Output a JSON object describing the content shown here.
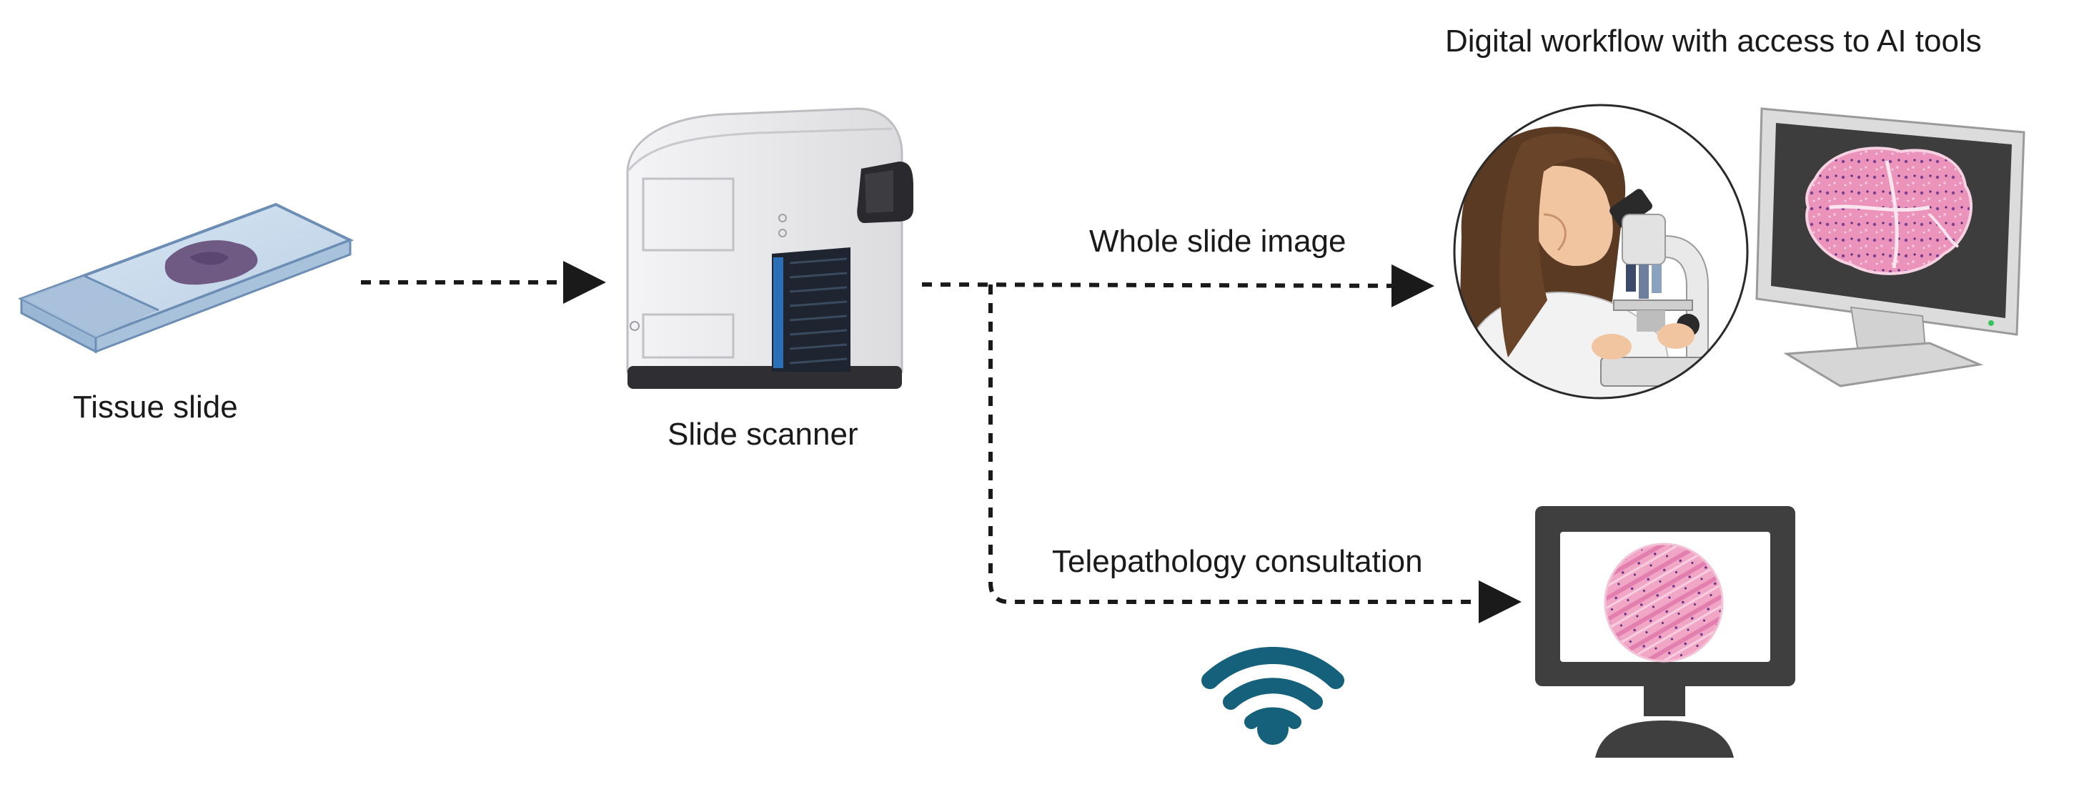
{
  "labels": {
    "tissue_slide": "Tissue slide",
    "slide_scanner": "Slide scanner",
    "whole_slide_image": "Whole slide image",
    "telepathology": "Telepathology consultation",
    "digital_workflow": "Digital workflow with access to AI tools"
  },
  "icons": {
    "slide": "tissue-slide-icon",
    "scanner": "slide-scanner-icon",
    "pathologist": "pathologist-microscope-icon",
    "workstation": "monitor-tissue-image-icon",
    "remote_monitor": "remote-monitor-icon",
    "wifi": "wifi-icon"
  },
  "colors": {
    "arrow": "#1a1a1a",
    "wifi": "#15607a",
    "tissue_pink": "#e98cb4",
    "monitor_dark": "#3d3d3d",
    "slide_blue": "#8fb2d6"
  }
}
